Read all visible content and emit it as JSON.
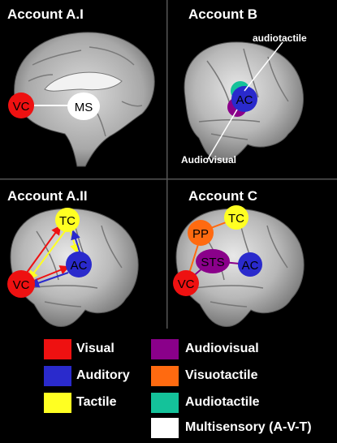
{
  "panels": {
    "a1": {
      "title": "Account A.I",
      "nodes": {
        "vc": "VC",
        "ms": "MS"
      }
    },
    "b": {
      "title": "Account B",
      "nodes": {
        "ac": "AC"
      },
      "annotations": {
        "audiotactile": "audiotactile",
        "audiovisual": "Audiovisual"
      }
    },
    "a2": {
      "title": "Account A.II",
      "nodes": {
        "tc": "TC",
        "ac": "AC",
        "vc": "VC"
      }
    },
    "c": {
      "title": "Account C",
      "nodes": {
        "tc": "TC",
        "pp": "PP",
        "sts": "STS",
        "ac": "AC",
        "vc": "VC"
      }
    }
  },
  "legend": [
    {
      "label": "Visual",
      "color": "#ee1111"
    },
    {
      "label": "Auditory",
      "color": "#2a2acc"
    },
    {
      "label": "Tactile",
      "color": "#ffff22"
    },
    {
      "label": "Audiovisual",
      "color": "#8a008a"
    },
    {
      "label": "Visuotactile",
      "color": "#ff6a10"
    },
    {
      "label": "Audiotactile",
      "color": "#14c29a"
    },
    {
      "label": "Multisensory (A-V-T)",
      "color": "#ffffff"
    }
  ],
  "colors": {
    "visual": "#ee1111",
    "auditory": "#2a2acc",
    "tactile": "#ffff22",
    "audiovisual": "#8a008a",
    "visuotactile": "#ff6a10",
    "audiotactile": "#14c29a",
    "multisensory": "#ffffff",
    "background": "#000000"
  }
}
